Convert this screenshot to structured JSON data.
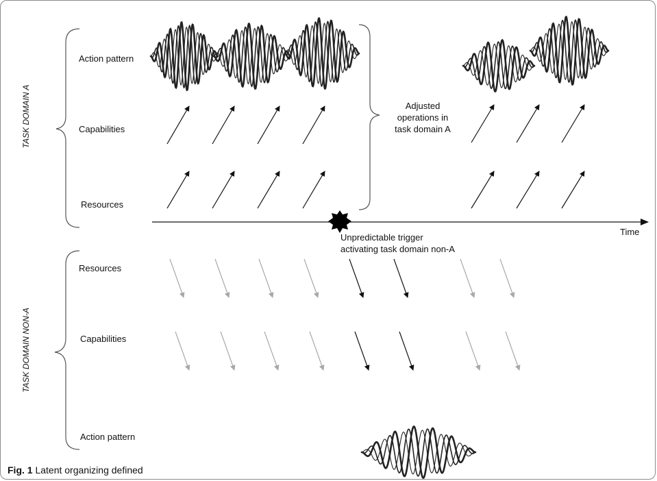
{
  "domains": {
    "a": {
      "label": "TASK DOMAIN A",
      "rows": {
        "action": "Action pattern",
        "capabilities": "Capabilities",
        "resources": "Resources"
      }
    },
    "non_a": {
      "label": "TASK DOMAIN NON-A",
      "rows": {
        "resources": "Resources",
        "capabilities": "Capabilities",
        "action": "Action pattern"
      }
    }
  },
  "adjusted_note": [
    "Adjusted",
    "operations in",
    "task domain A"
  ],
  "trigger_note": [
    "Unpredictable trigger",
    "activating task domain non-A"
  ],
  "time_label": "Time",
  "caption": {
    "prefix": "Fig. 1",
    "text": "Latent organizing defined"
  },
  "colors": {
    "dark_arrow": "#111111",
    "grey_arrow": "#a8a8a8",
    "wave": "#222222"
  }
}
